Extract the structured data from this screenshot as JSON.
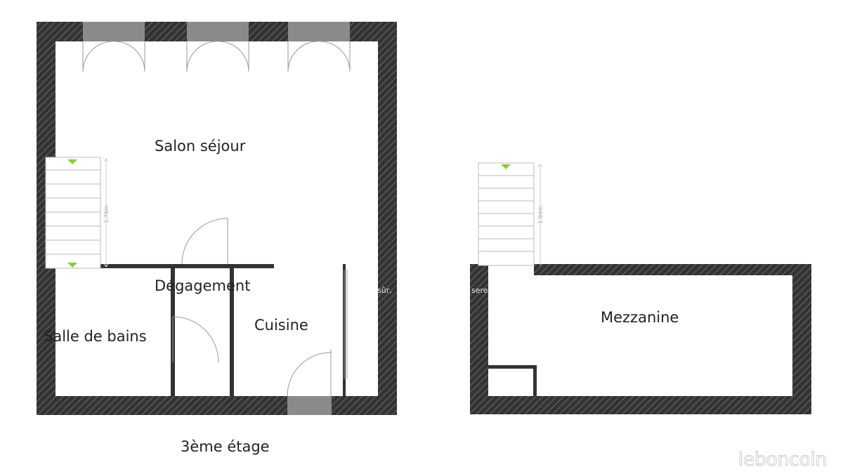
{
  "rooms": {
    "salon": "Salon séjour",
    "degagement": "Dégagement",
    "cuisine": "Cuisine",
    "salle_de_bains": "Salle de bains",
    "mezzanine": "Mezzanine"
  },
  "floor_label": "3ème étage",
  "stairs": {
    "left_dimension": "1.76m",
    "right_dimension": "1.84m"
  },
  "watermark": {
    "fragment_left": "sûr,",
    "fragment_right": "sere"
  },
  "brand": "leboncoin",
  "colors": {
    "wall": "#333333",
    "hatch": "#6a6a6a",
    "window": "#8a8a8a",
    "stair_arrow": "#8dc63f",
    "line": "#999999"
  }
}
